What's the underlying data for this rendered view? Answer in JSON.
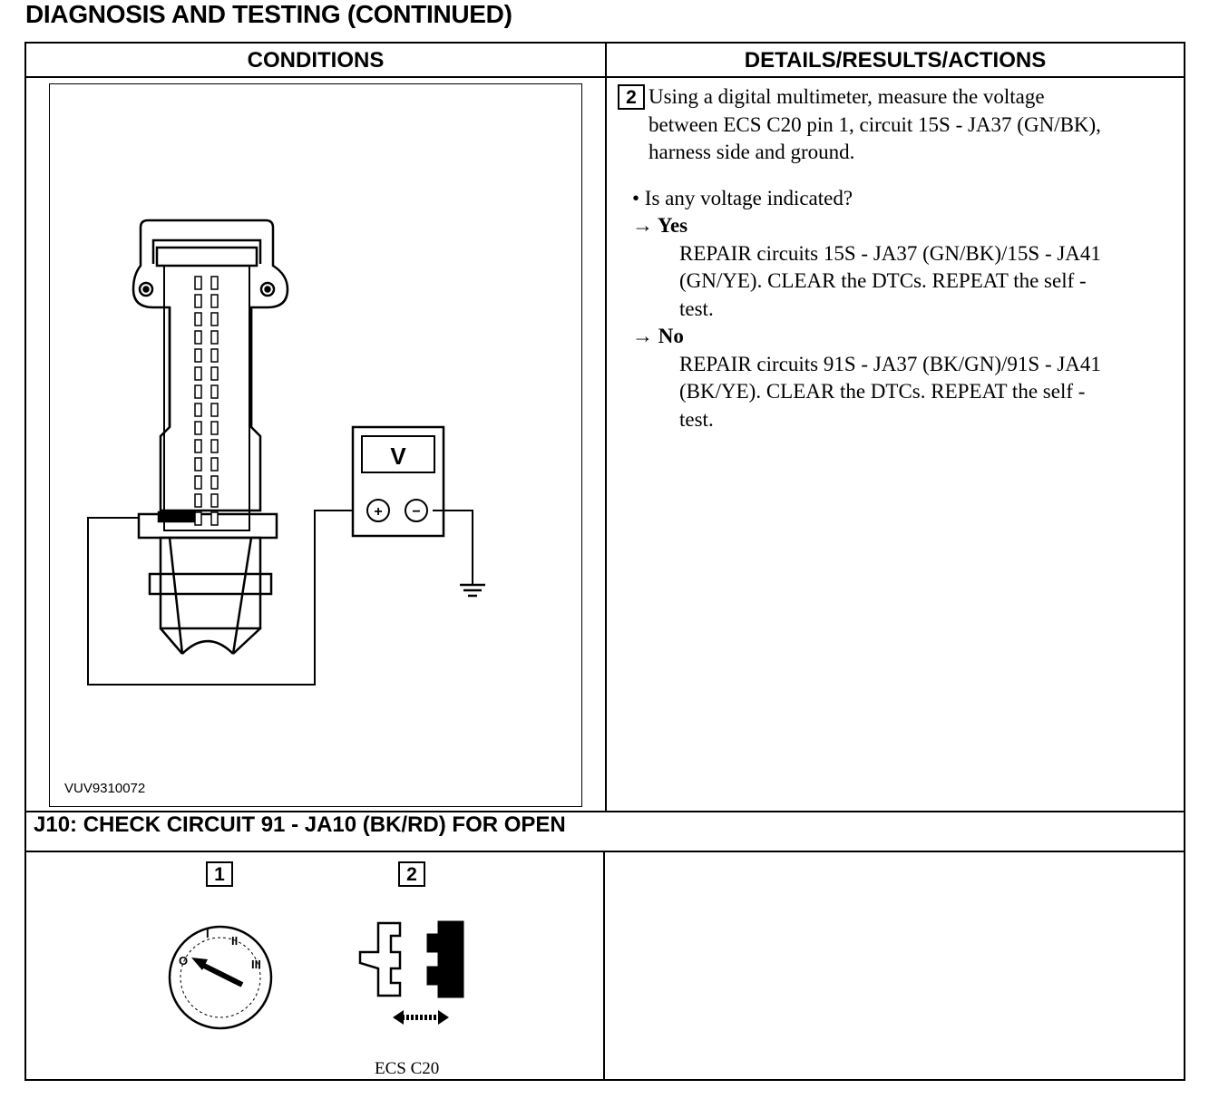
{
  "page": {
    "title": "DIAGNOSIS AND TESTING (CONTINUED)"
  },
  "table": {
    "col_conditions": "CONDITIONS",
    "col_details": "DETAILS/RESULTS/ACTIONS"
  },
  "figure": {
    "id": "VUV9310072",
    "meter_symbol": "V",
    "plus": "+",
    "minus": "−"
  },
  "step2": {
    "number": "2",
    "line1": "Using a digital multimeter, measure the voltage",
    "line2": "between ECS C20 pin 1, circuit 15S - JA37 (GN/BK),",
    "line3": "harness side and ground.",
    "question": "• Is any voltage indicated?",
    "yes_label": "→ Yes",
    "yes_l1": "REPAIR circuits 15S - JA37 (GN/BK)/15S - JA41",
    "yes_l2": "(GN/YE). CLEAR the DTCs. REPEAT the self -",
    "yes_l3": "test.",
    "no_label": "→ No",
    "no_l1": "REPAIR circuits 91S - JA37 (BK/GN)/91S - JA41",
    "no_l2": "(BK/YE). CLEAR the DTCs. REPEAT the self -",
    "no_l3": "test."
  },
  "section_j10": {
    "title": "J10: CHECK CIRCUIT 91 - JA10 (BK/RD) FOR OPEN",
    "box1": "1",
    "box2": "2",
    "ignition_labels": [
      "O",
      "I",
      "II",
      "III"
    ],
    "connector_label": "ECS C20"
  }
}
